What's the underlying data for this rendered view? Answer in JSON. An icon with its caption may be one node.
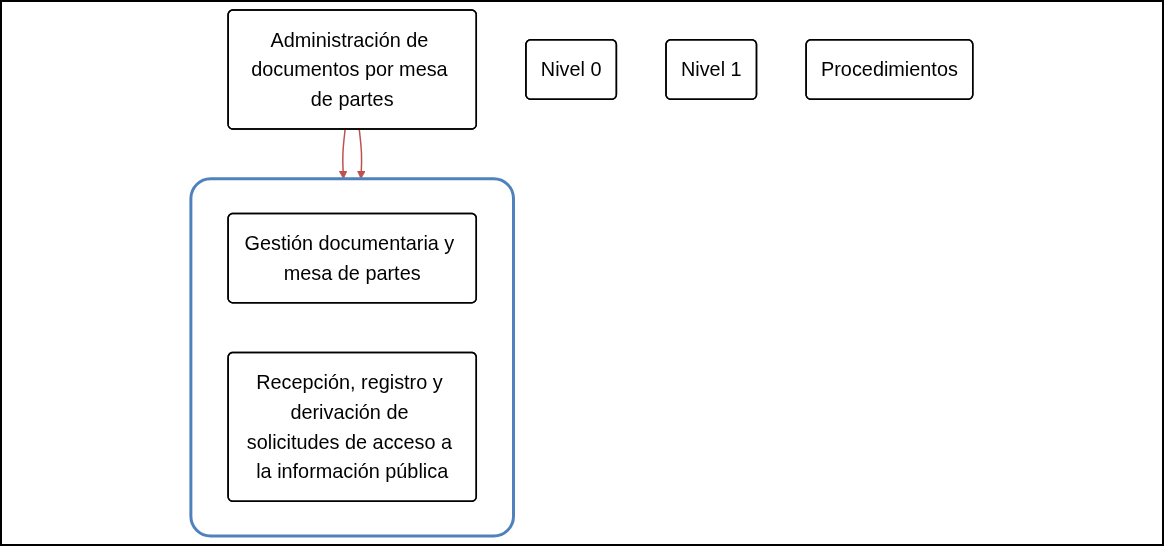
{
  "diagram": {
    "nodes": [
      {
        "text": [
          "Administración de documentos por mesa de partes"
        ]
      },
      {
        "text": [],
        "shape": "box"
      },
      {
        "text": [
          "Gestión documentaria y mesa de partes"
        ],
        "in": 1
      },
      {
        "text": [
          "Recepción, registro y derivación de solicitudes de acceso a la información pública"
        ],
        "in": 1
      },
      {
        "text": [
          "Nivel 0"
        ]
      },
      {
        "text": [
          "Nivel 1"
        ]
      },
      {
        "text": [
          "Procedimientos"
        ]
      }
    ],
    "edges": [
      {
        "from": 0,
        "to": 1,
        "arrow": "to",
        "color": "#c0504d"
      },
      {
        "from": 0,
        "to": 1,
        "arrow": "to",
        "color": "#c0504d"
      }
    ]
  }
}
